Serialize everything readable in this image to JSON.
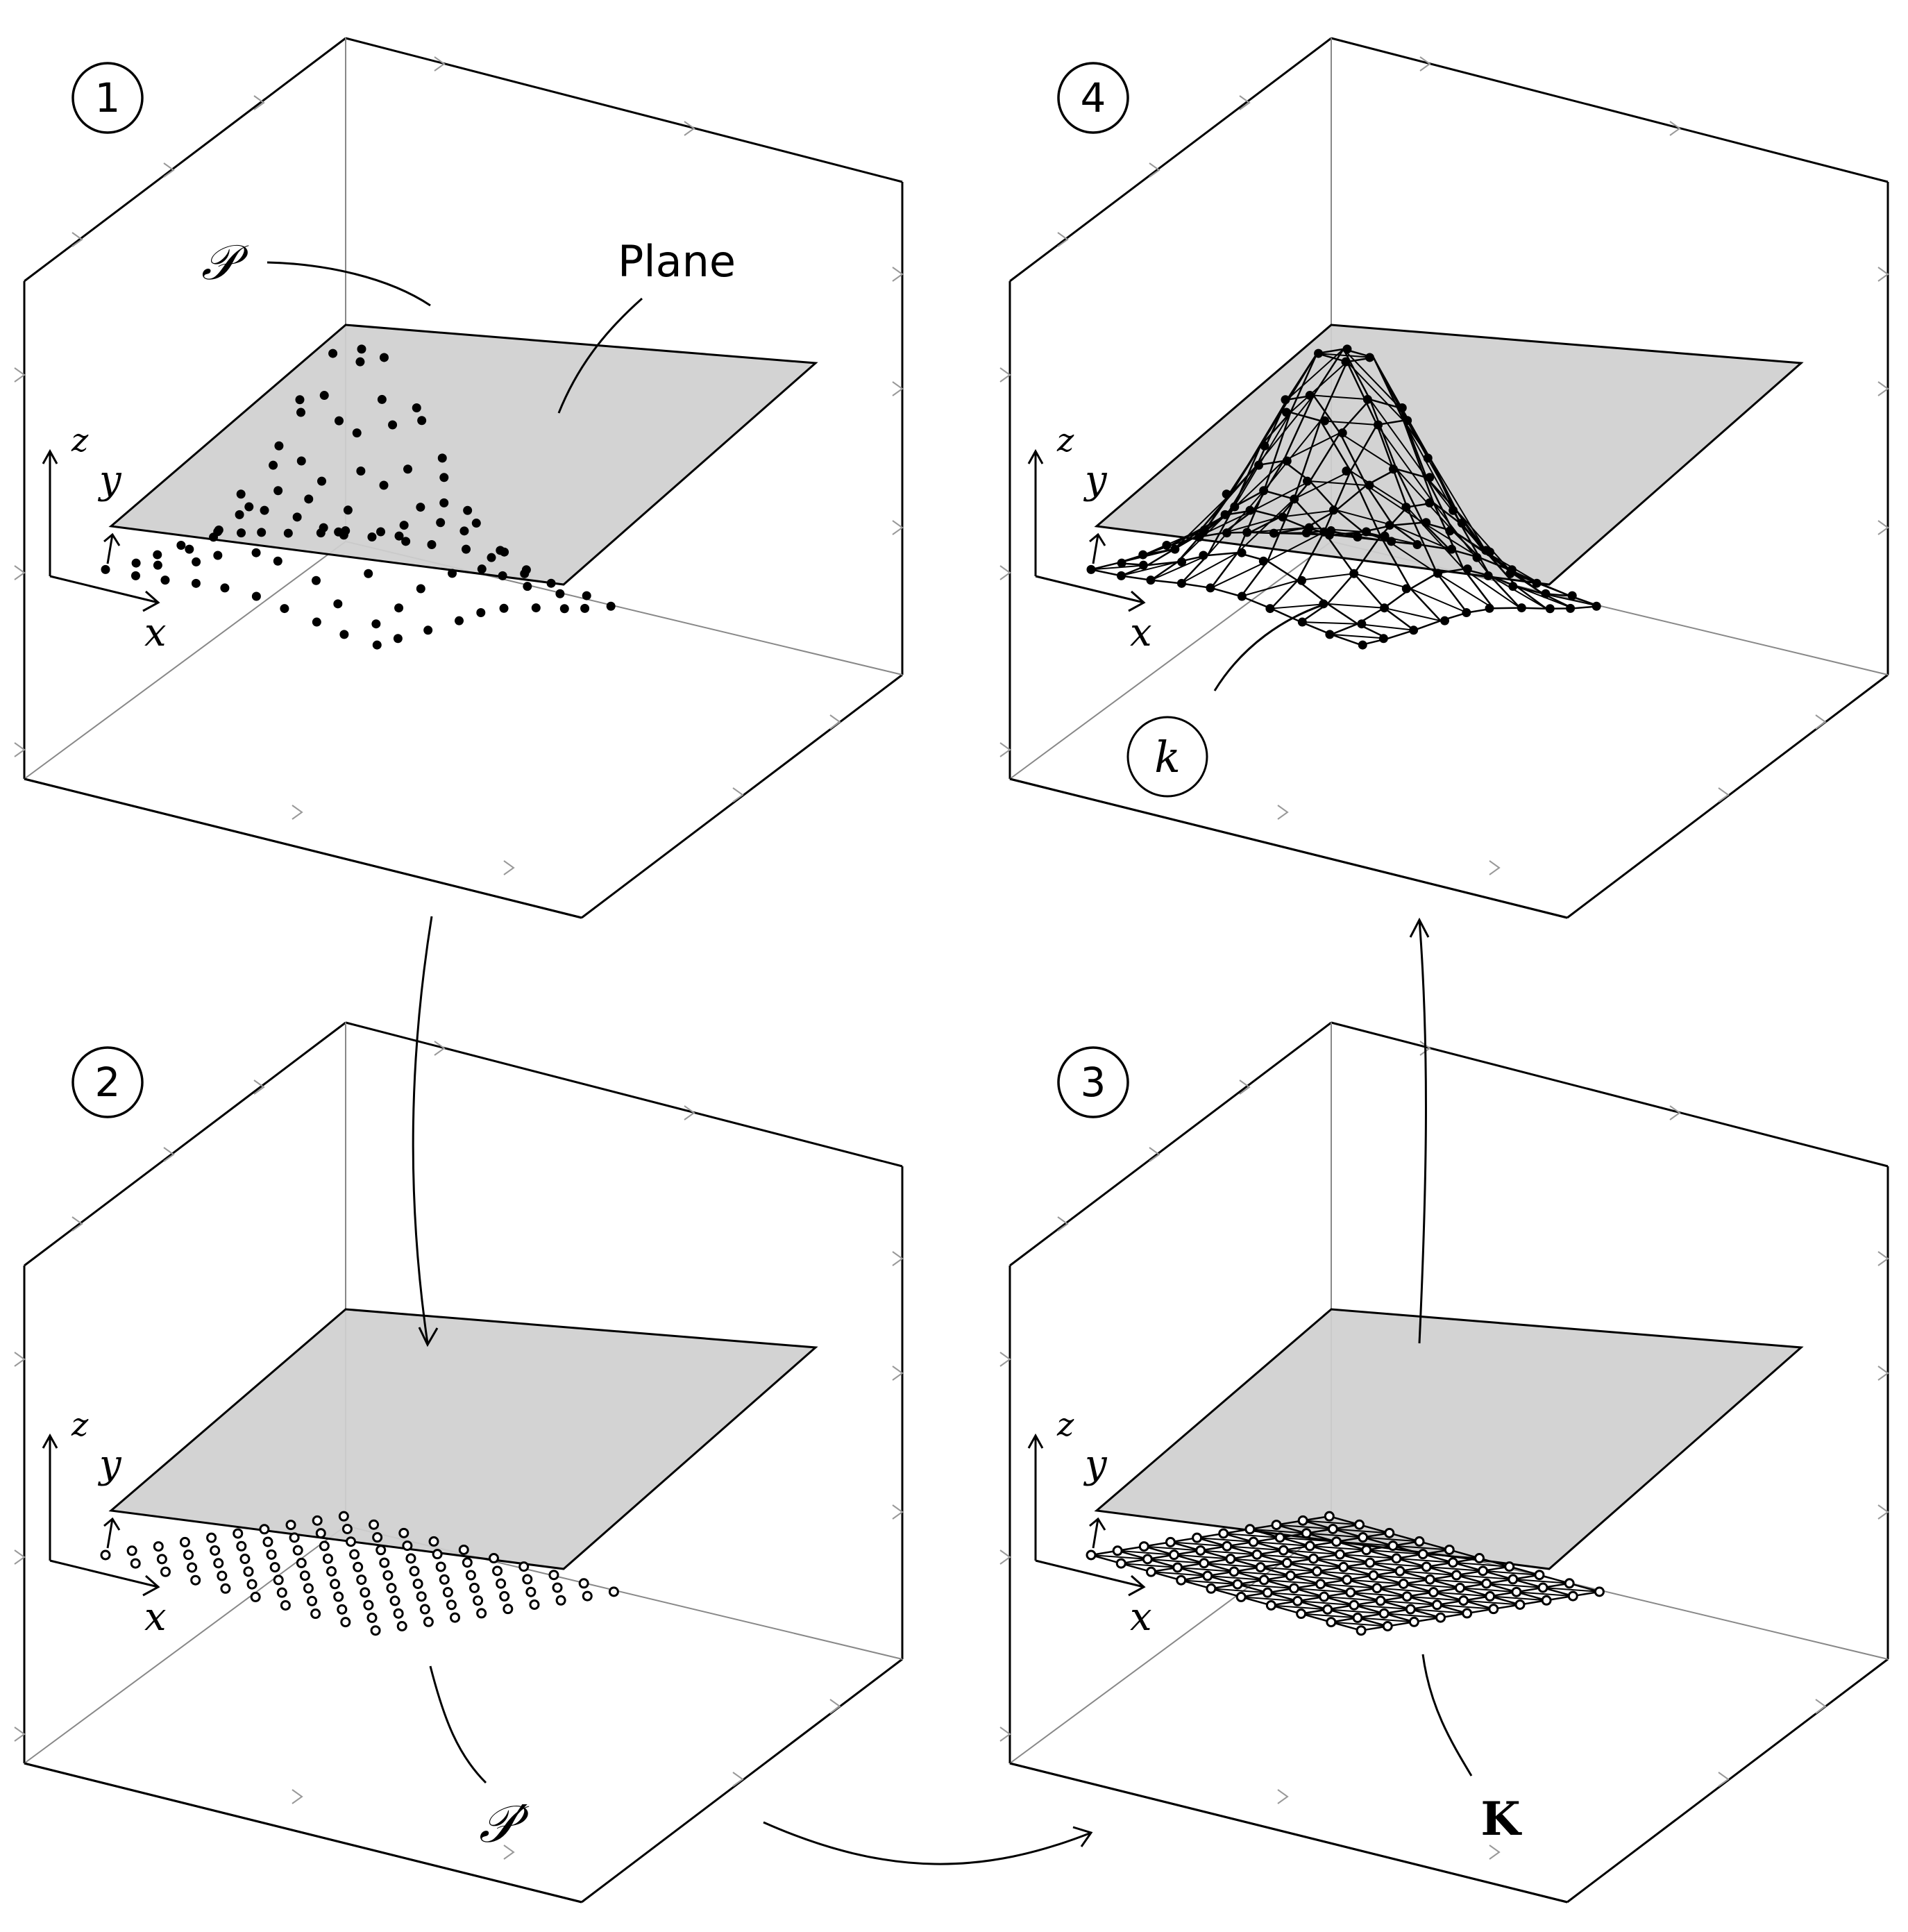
{
  "panels": [
    {
      "id": "p1",
      "number": "1",
      "points": "filled",
      "mesh": "none"
    },
    {
      "id": "p2",
      "number": "2",
      "points": "hollow",
      "mesh": "none"
    },
    {
      "id": "p3",
      "number": "3",
      "points": "hollow",
      "mesh": "flat"
    },
    {
      "id": "p4",
      "number": "4",
      "points": "filled",
      "mesh": "surface"
    }
  ],
  "axes": {
    "x": "x",
    "y": "y",
    "z": "z"
  },
  "labels": {
    "point_set": "𝒫",
    "plane": "Plane",
    "projected_points": "𝒫′",
    "mesh": "K",
    "surface": "k"
  },
  "colors": {
    "plane_fill": "#cfcfcf",
    "ink": "#000000"
  }
}
